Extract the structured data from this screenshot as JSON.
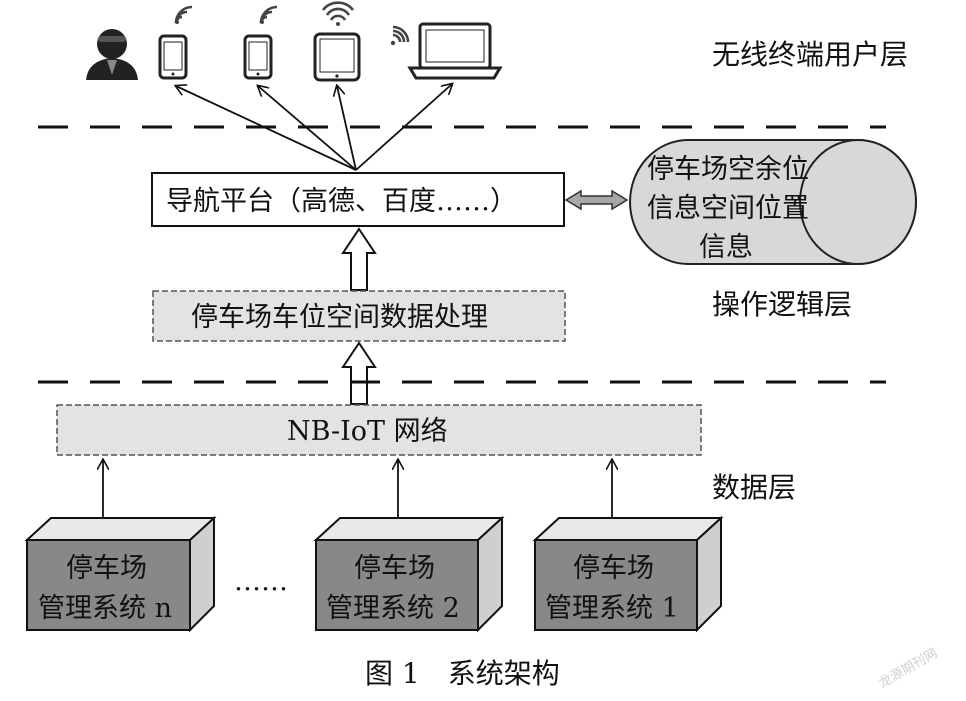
{
  "layers": {
    "user_layer": "无线终端用户层",
    "logic_layer": "操作逻辑层",
    "data_layer": "数据层"
  },
  "nodes": {
    "nav_platform": "导航平台（高德、百度……）",
    "storage_line1": "停车场空余位",
    "storage_line2": "信息空间位置",
    "storage_line3": "信息",
    "spatial_processing": "停车场车位空间数据处理",
    "network": "NB-IoT 网络"
  },
  "systems": [
    {
      "line1": "停车场",
      "line2": "管理系统 n"
    },
    {
      "line1": "停车场",
      "line2": "管理系统 2"
    },
    {
      "line1": "停车场",
      "line2": "管理系统 1"
    }
  ],
  "ellipsis": "……",
  "caption": "图 1　系统架构",
  "watermark": "龙源期刊网",
  "icons": [
    "user-icon",
    "smartphone-wifi-icon",
    "smartphone-wifi-icon",
    "tablet-wifi-icon",
    "laptop-wifi-icon"
  ]
}
